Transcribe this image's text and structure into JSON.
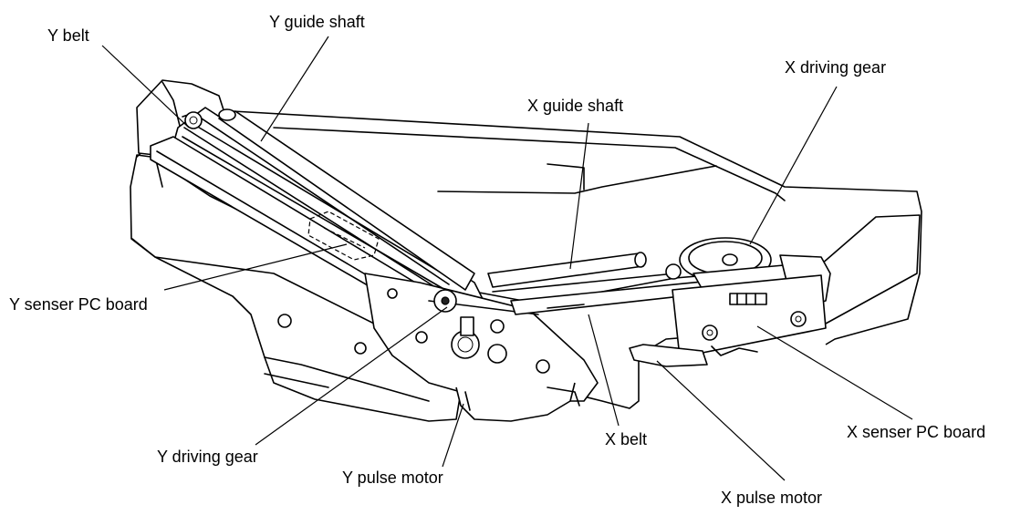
{
  "labels": {
    "y_belt": "Y belt",
    "y_guide_shaft": "Y guide shaft",
    "x_driving_gear": "X driving gear",
    "x_guide_shaft": "X guide shaft",
    "y_senser_pc_board": "Y senser PC board",
    "y_driving_gear": "Y driving gear",
    "x_belt": "X belt",
    "x_senser_pc_board": "X senser PC board",
    "y_pulse_motor": "Y pulse motor",
    "x_pulse_motor": "X pulse motor"
  }
}
